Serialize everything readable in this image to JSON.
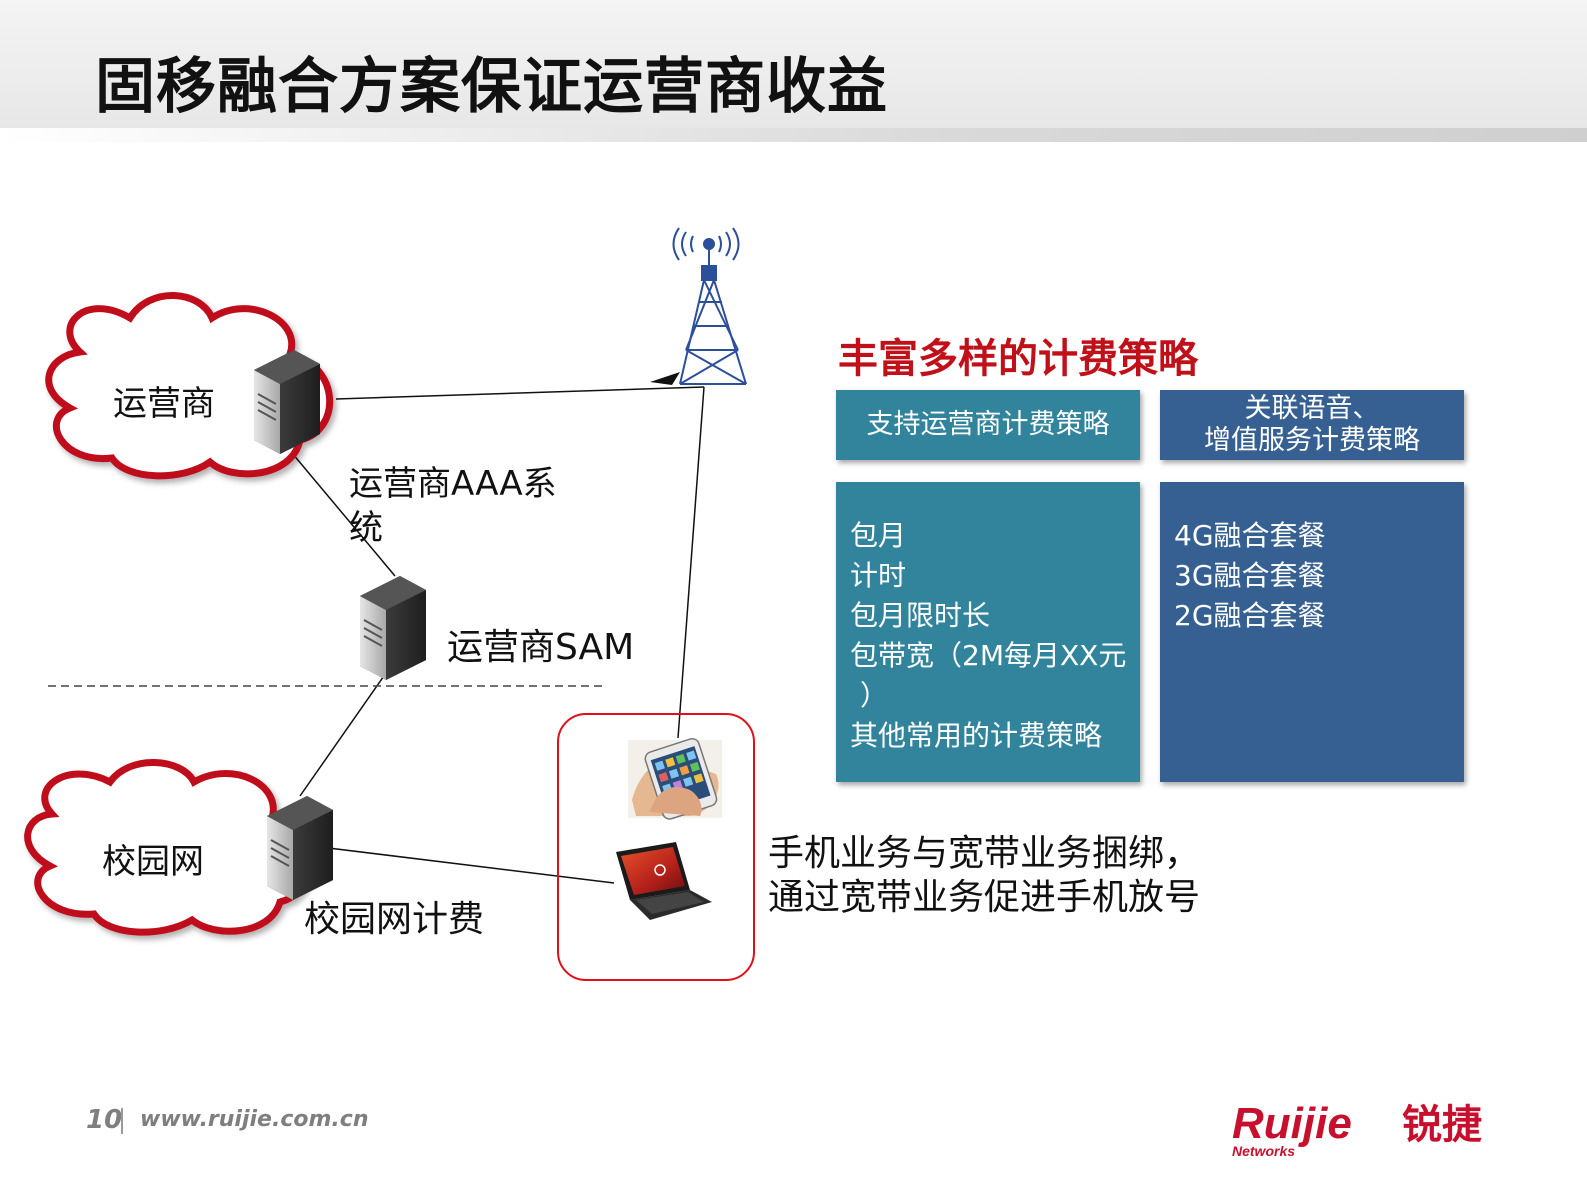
{
  "slide": {
    "title": "固移融合方案保证运营商收益",
    "page_number": "10",
    "url": "www.ruijie.com.cn"
  },
  "diagram": {
    "operator_cloud_label": "运营商",
    "aaa_label": "运营商AAA系统",
    "aaa_label_line1": "运营商AAA系",
    "aaa_label_line2": "统",
    "sam_label": "运营商SAM",
    "campus_cloud_label": "校园网",
    "campus_billing_label": "校园网计费",
    "icons": [
      "cloud-icon",
      "server-icon",
      "cell-tower-icon",
      "smartphone-icon",
      "laptop-icon"
    ]
  },
  "billing": {
    "heading": "丰富多样的计费策略",
    "left_box": {
      "header": "支持运营商计费策略",
      "items": [
        "包月",
        "计时",
        "包月限时长",
        "包带宽（2M每月XX元",
        "）",
        "其他常用的计费策略"
      ]
    },
    "right_box": {
      "header_line1": "关联语音、",
      "header_line2": "增值服务计费策略",
      "items": [
        "4G融合套餐",
        "3G融合套餐",
        "2G融合套餐"
      ]
    }
  },
  "bundle_text": {
    "line1": "手机业务与宽带业务捆绑，",
    "line2": "通过宽带业务促进手机放号"
  },
  "logo": {
    "brand": "Ruijie",
    "brand_cn": "锐捷",
    "sub": "Networks"
  },
  "colors": {
    "heading_red": "#c0101a",
    "teal": "#31849b",
    "navy": "#376092",
    "cloud_border": "#c0101a",
    "device_box_border": "#e0101a",
    "tower_blue": "#2c4f9a"
  }
}
